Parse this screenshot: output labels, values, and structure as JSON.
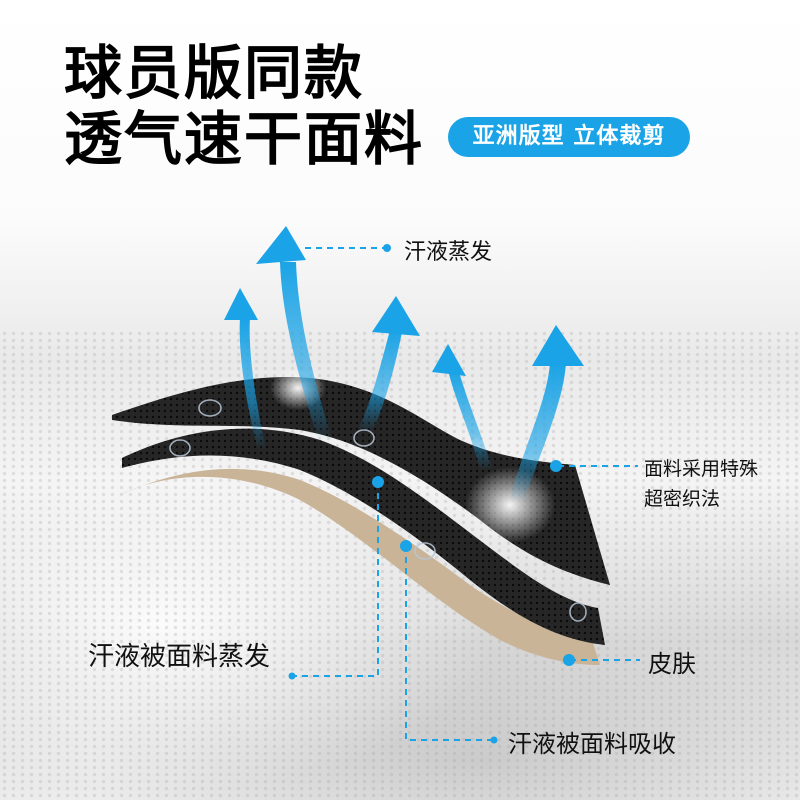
{
  "headline": {
    "line1": "球员版同款",
    "line2": "透气速干面料"
  },
  "badge": {
    "label": "亚洲版型 立体裁剪",
    "color": "#1aa3e6"
  },
  "callouts": {
    "sweat_evaporation": "汗液蒸发",
    "fabric_weave": {
      "line1": "面料采用特殊",
      "line2": "超密织法"
    },
    "evaporated_by_fabric": "汗液被面料蒸发",
    "skin": "皮肤",
    "absorbed_by_fabric": "汗液被面料吸收"
  },
  "colors": {
    "accent_blue": "#1aa3e6",
    "fabric_black": "#1c1c1c",
    "skin_tan": "#c9b497"
  },
  "illustration": {
    "layers": [
      "outer-fabric-layer",
      "inner-fabric-layer",
      "skin-layer"
    ],
    "arrows": 5
  }
}
